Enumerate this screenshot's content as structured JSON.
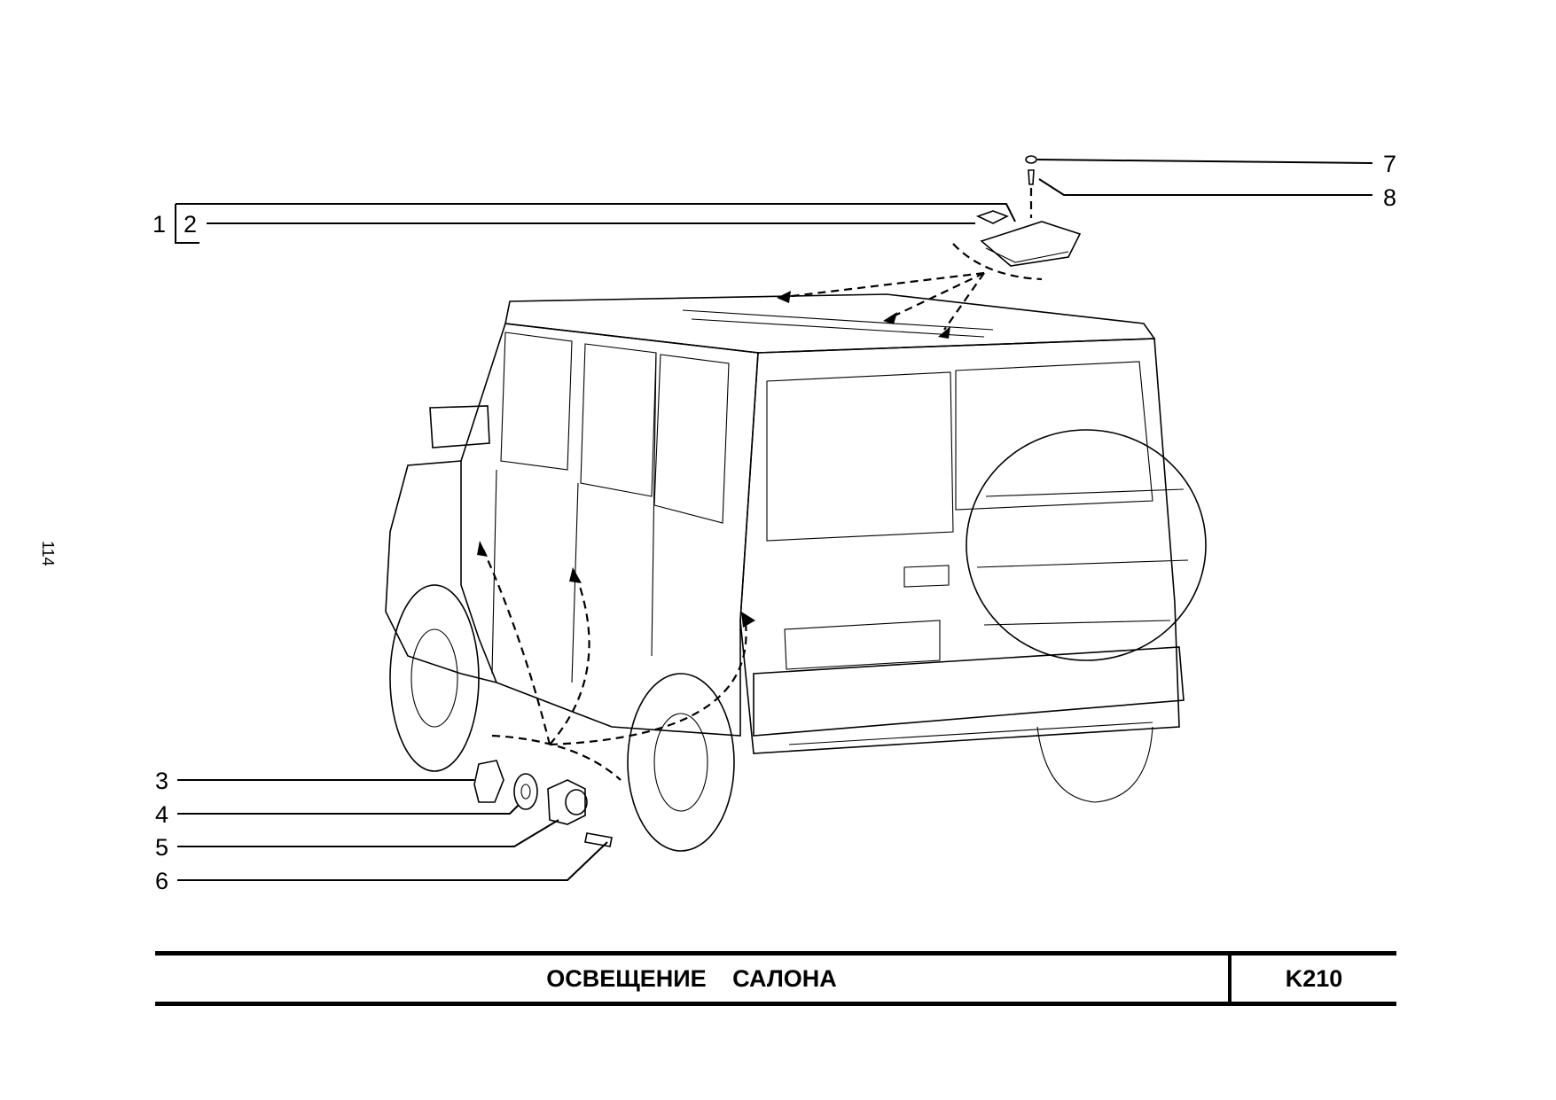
{
  "page_number": "114",
  "title": "ОСВЕЩЕНИЕ САЛОНА",
  "code": "K210",
  "callouts": [
    "1",
    "2",
    "3",
    "4",
    "5",
    "6",
    "7",
    "8"
  ]
}
